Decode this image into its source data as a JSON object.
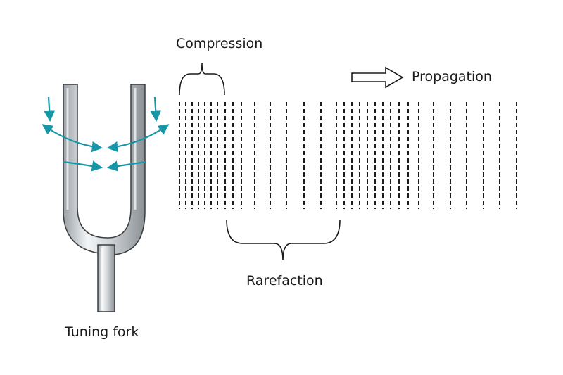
{
  "labels": {
    "compression": "Compression",
    "propagation": "Propagation",
    "rarefaction": "Rarefaction",
    "tuning_fork": "Tuning fork"
  },
  "colors": {
    "ink": "#1a1a1a",
    "accent": "#1597a8",
    "fork_light": "#f4f5f6",
    "fork_mid": "#c5c9cd",
    "fork_dark": "#8b9095"
  },
  "icons": {
    "propagation_arrow": "hollow-right-arrow",
    "vibration_arrows": "curved-double-arrows"
  }
}
